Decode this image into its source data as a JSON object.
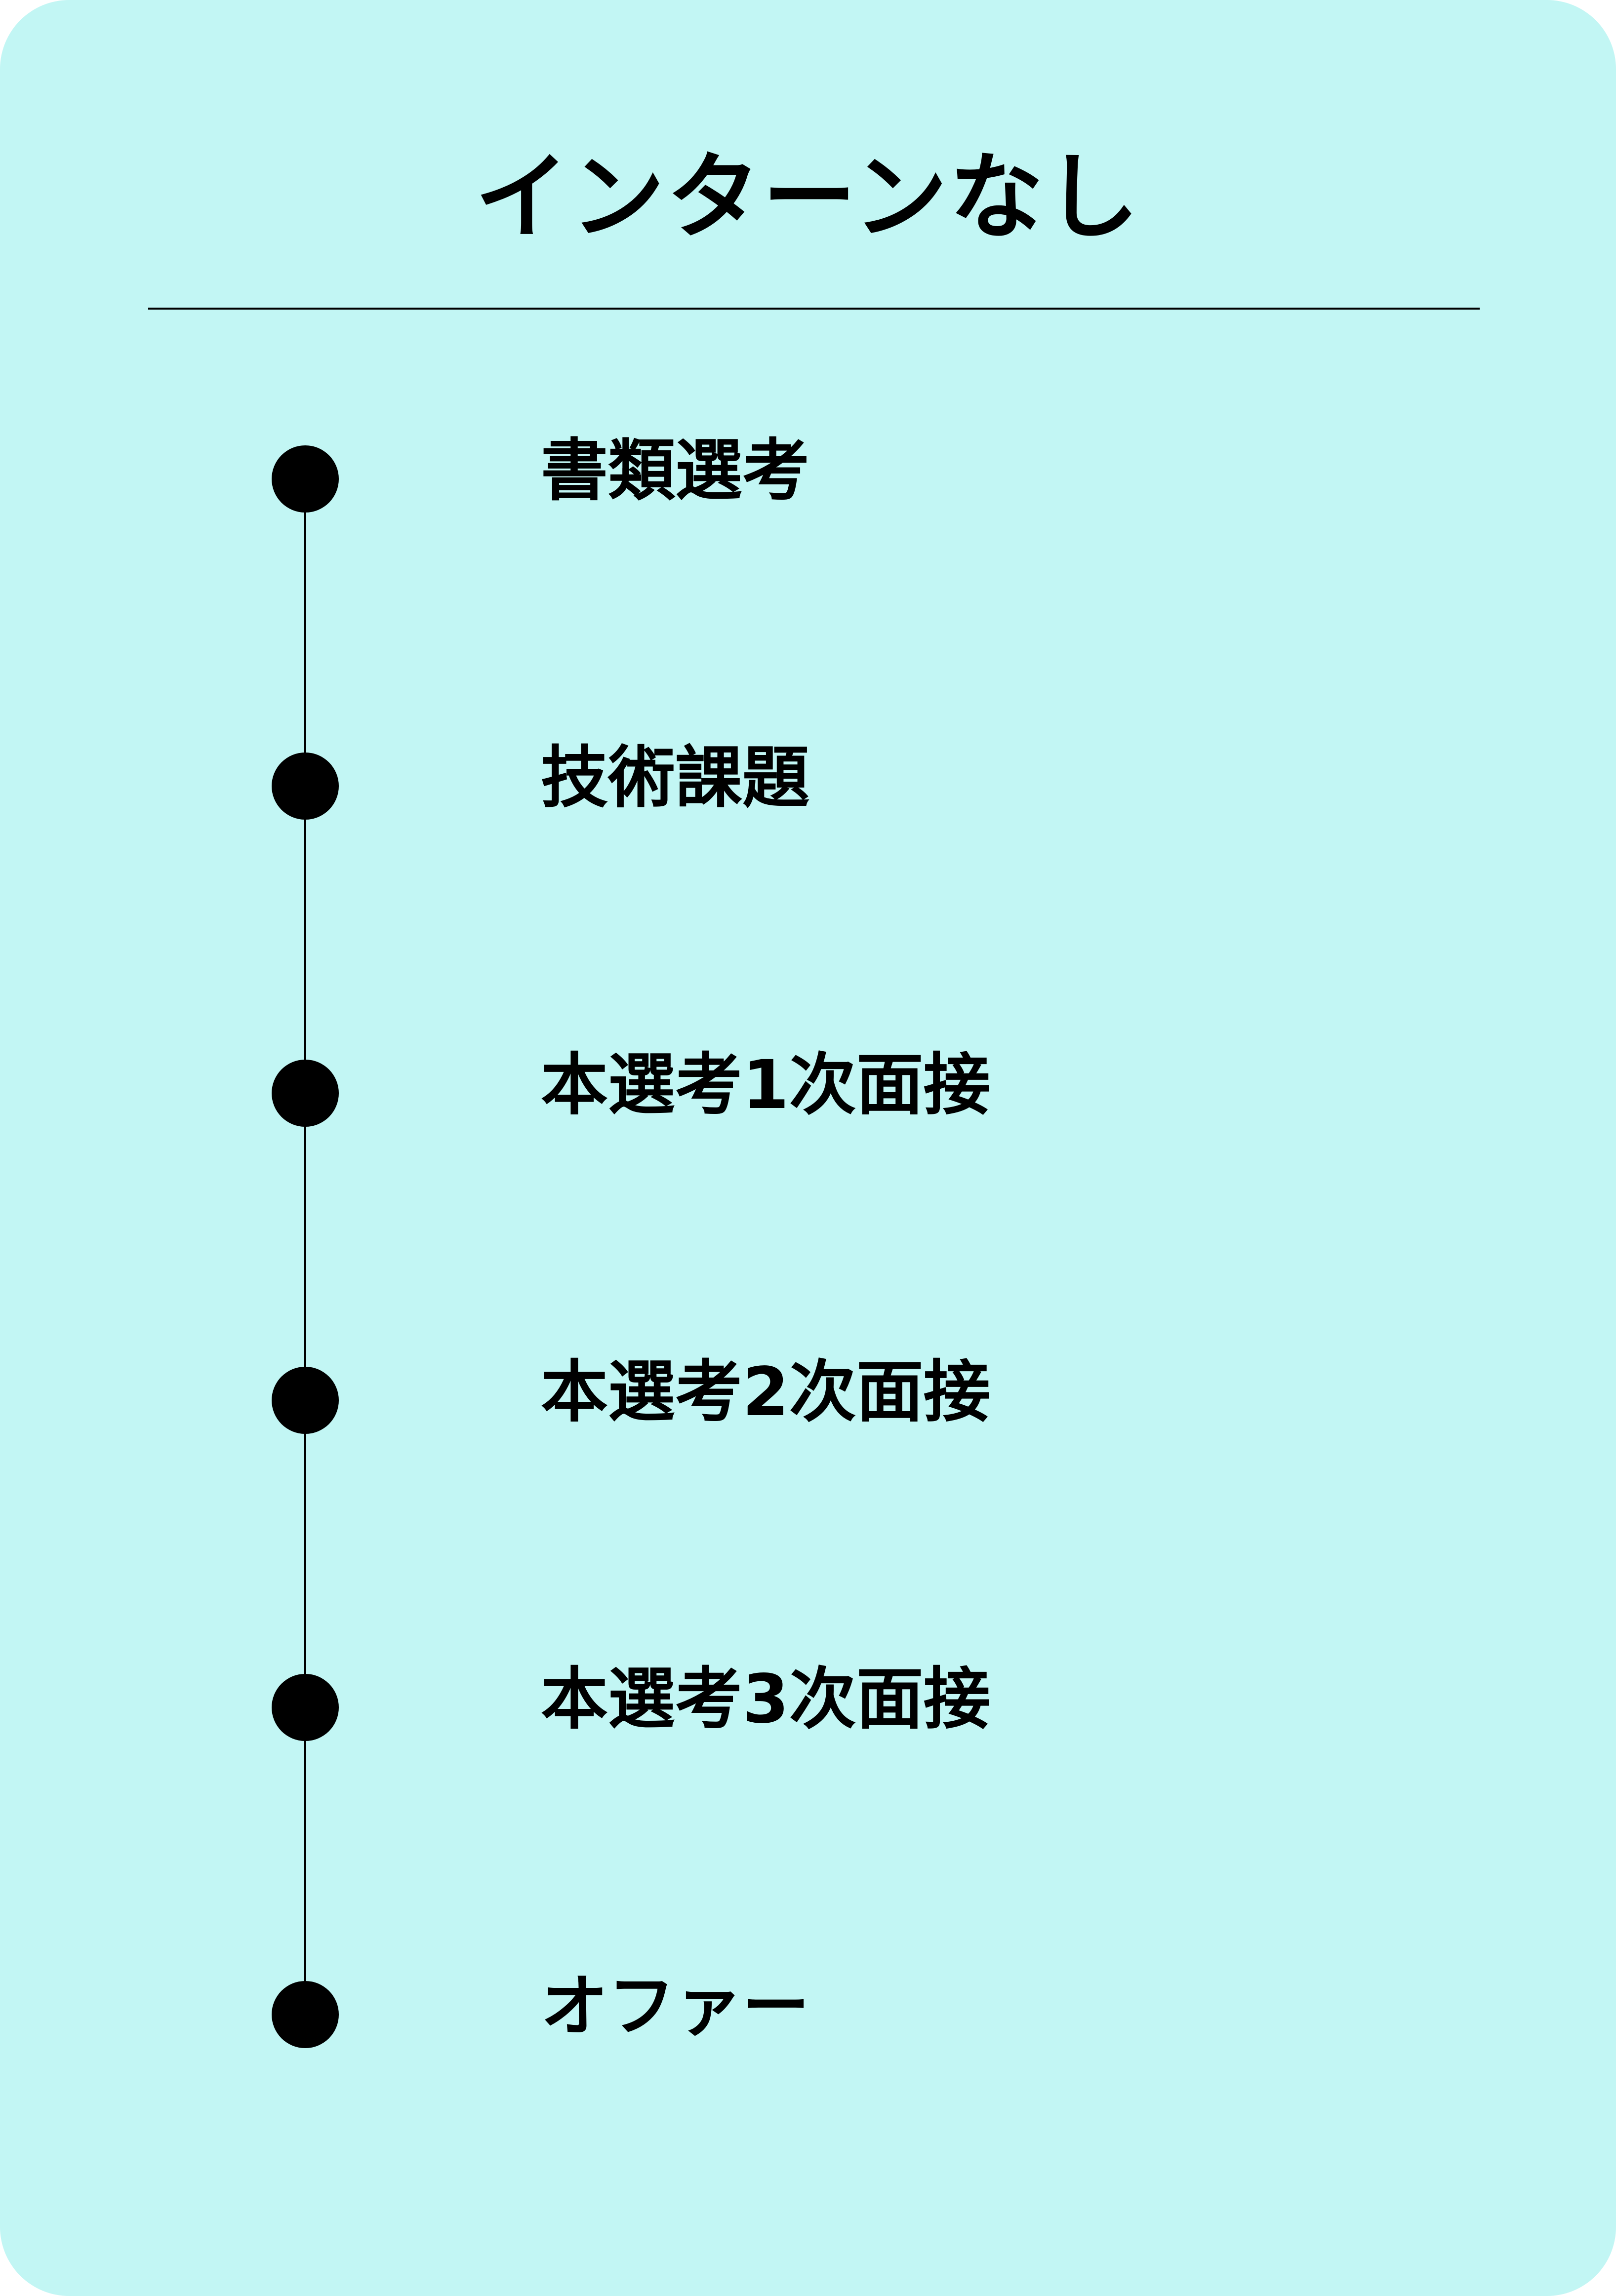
{
  "colors": {
    "background": "#c2f6f4",
    "text": "#000000",
    "line": "#000000",
    "dot": "#000000"
  },
  "title": "インターンなし",
  "steps": [
    {
      "label": "書類選考"
    },
    {
      "label": "技術課題"
    },
    {
      "label": "本選考1次面接"
    },
    {
      "label": "本選考2次面接"
    },
    {
      "label": "本選考3次面接"
    },
    {
      "label": "オファー"
    }
  ]
}
